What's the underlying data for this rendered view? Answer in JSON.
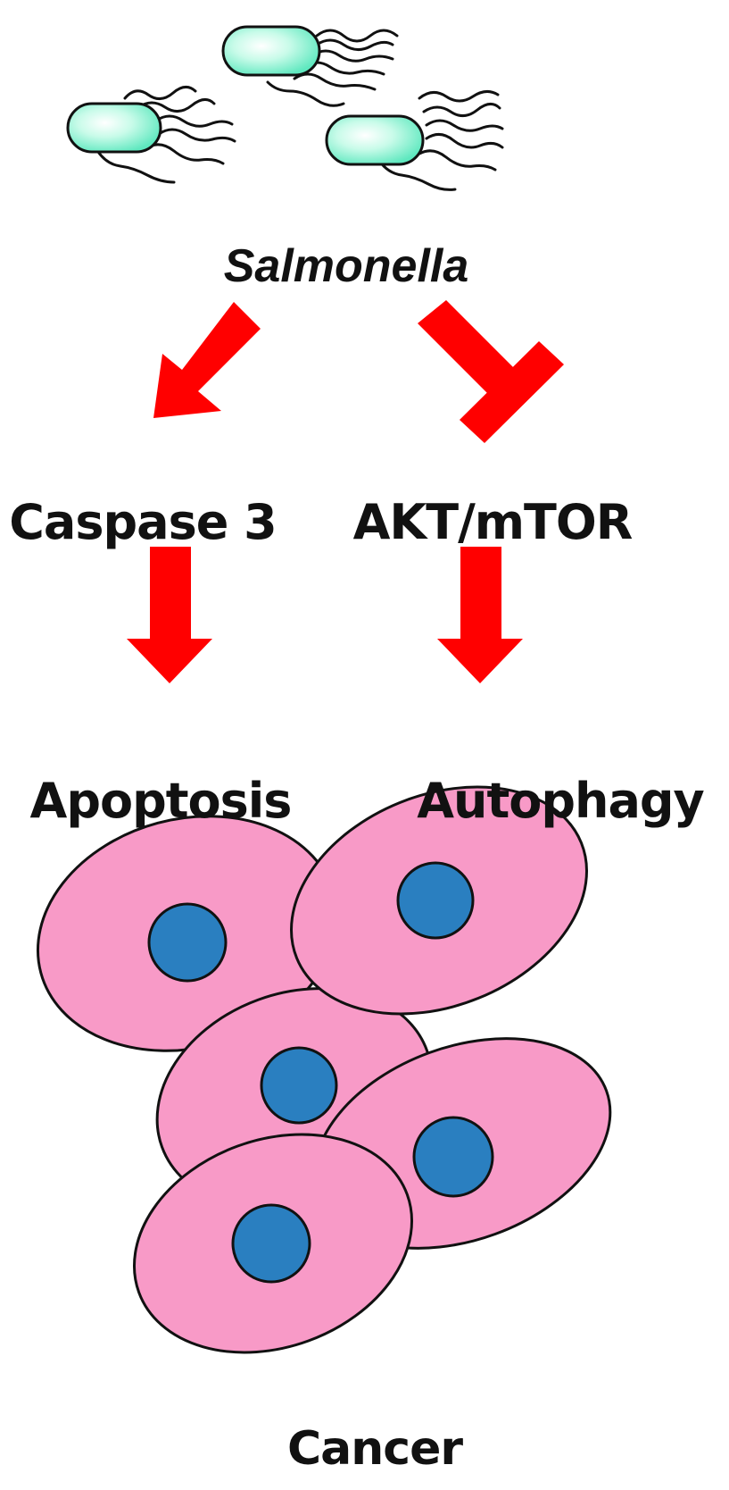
{
  "organism": {
    "label": "Salmonella"
  },
  "pathways": {
    "left": {
      "upstream": "Caspase 3",
      "outcome": "Apoptosis",
      "relation": "activates"
    },
    "right": {
      "upstream": "AKT/mTOR",
      "outcome": "Autophagy",
      "relation": "inhibits"
    }
  },
  "target": {
    "label": "Cancer"
  },
  "colors": {
    "arrow": "#ff0000",
    "bacterium_fill": "#7ff5d1",
    "cell_fill": "#f89ac7",
    "nucleus_fill": "#2a7fc0",
    "outline": "#111111"
  },
  "icons": {
    "bacterium": "bacterium-icon",
    "cell": "cancer-cell-icon",
    "activation": "activation-arrow-icon",
    "inhibition": "inhibition-tbar-icon"
  }
}
